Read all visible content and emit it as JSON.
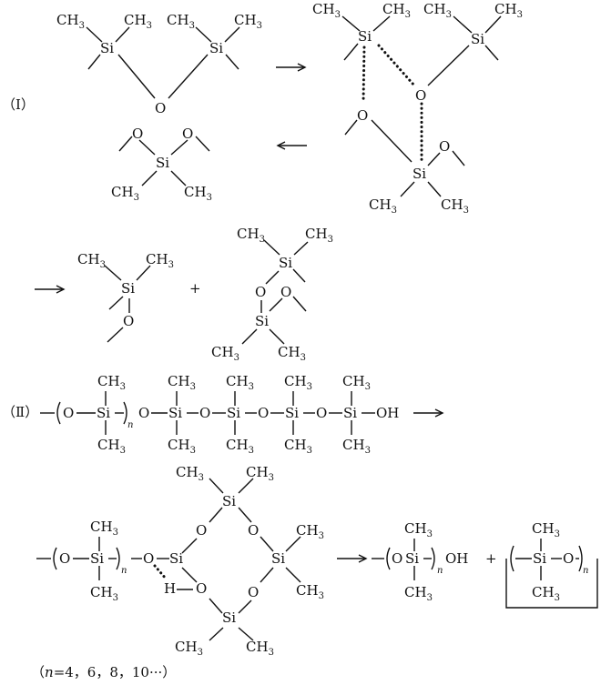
{
  "atoms": {
    "si": "Si",
    "o": "O",
    "me": "CH",
    "me_sub": "3",
    "h": "H",
    "oh": "OH"
  },
  "labels": {
    "part1": "（Ⅰ）",
    "part2": "（Ⅱ）",
    "plus": "+",
    "n_sub": "n",
    "footnote_n": "n",
    "footnote_vals": "=4，6，8，10···）",
    "footnote_open": "（"
  },
  "colors": {
    "ink": "#111111",
    "background": "#ffffff"
  }
}
